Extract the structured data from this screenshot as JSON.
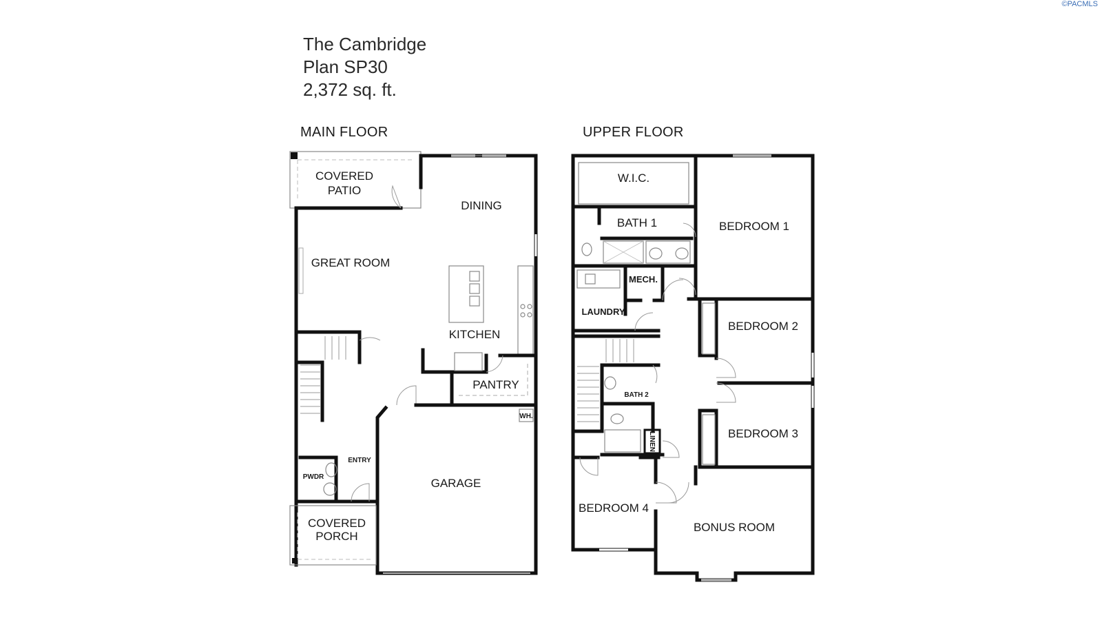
{
  "watermark": "©PACMLS",
  "title": {
    "name": "The Cambridge",
    "plan": "Plan SP30",
    "area": "2,372 sq. ft."
  },
  "main_floor": {
    "label": "MAIN FLOOR",
    "rooms": {
      "covered_patio_1": "COVERED",
      "covered_patio_2": "PATIO",
      "dining": "DINING",
      "great_room": "GREAT ROOM",
      "kitchen": "KITCHEN",
      "pantry": "PANTRY",
      "garage": "GARAGE",
      "entry": "ENTRY",
      "pwdr": "PWDR",
      "wh": "WH.",
      "covered_porch_1": "COVERED",
      "covered_porch_2": "PORCH"
    }
  },
  "upper_floor": {
    "label": "UPPER FLOOR",
    "rooms": {
      "wic": "W.I.C.",
      "bath1": "BATH 1",
      "bedroom1": "BEDROOM 1",
      "mech": "MECH.",
      "laundry": "LAUNDRY",
      "bedroom2": "BEDROOM 2",
      "bath2": "BATH 2",
      "bedroom3": "BEDROOM 3",
      "linen": "LINEN",
      "bedroom4": "BEDROOM 4",
      "bonus_room": "BONUS ROOM"
    }
  }
}
